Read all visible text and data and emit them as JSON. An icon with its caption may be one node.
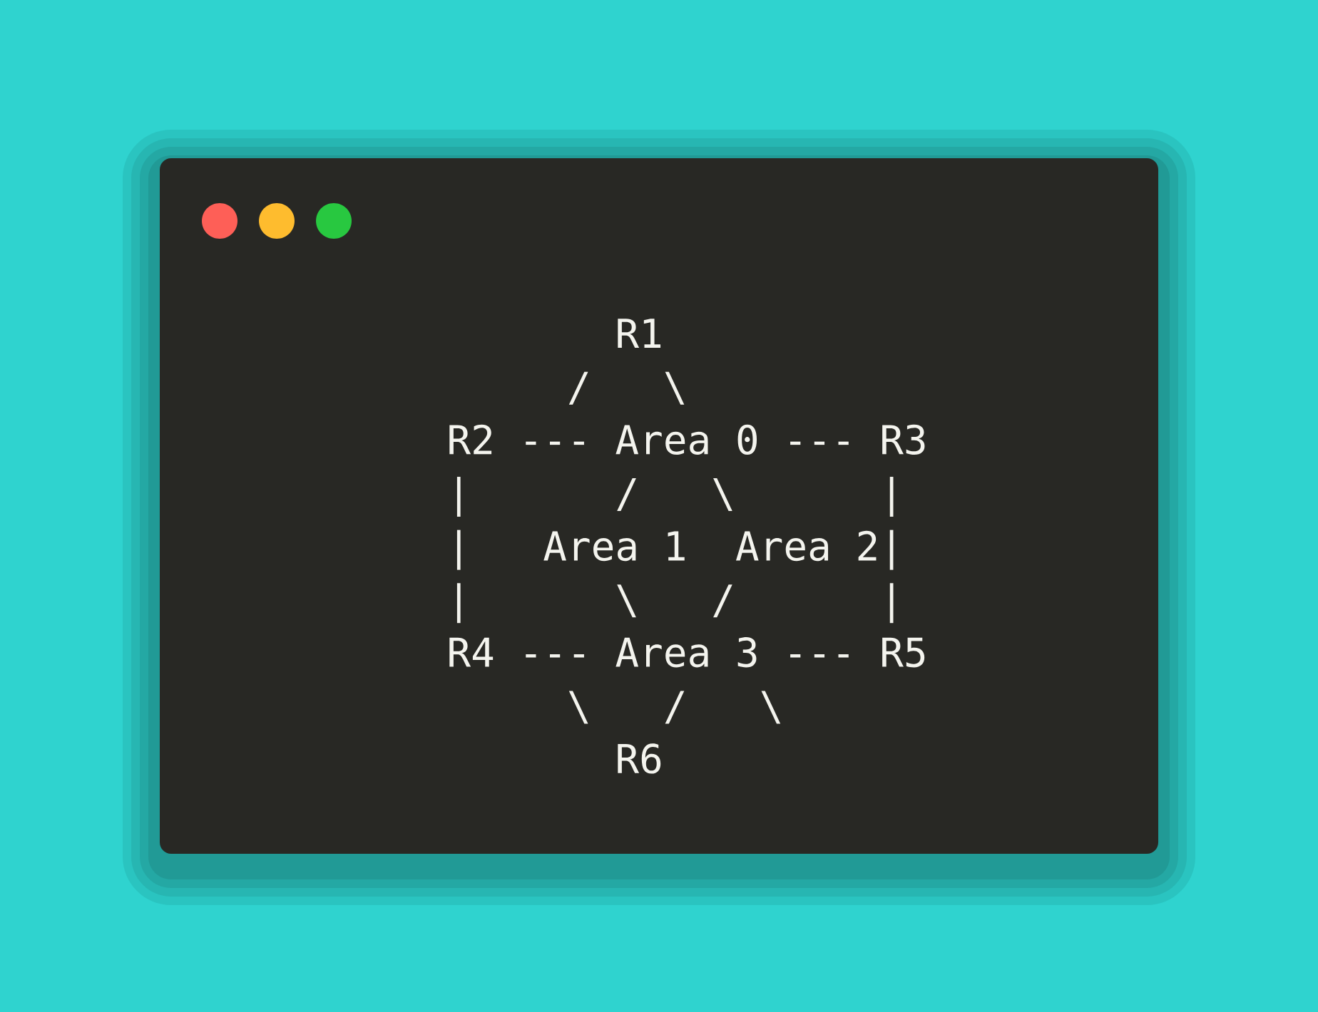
{
  "diagram": {
    "labels": [
      "R1",
      "/   \\",
      "R2 --- Area 0 --- R3",
      "|      /   \\      |",
      "|   Area 1  Area 2|",
      "|      \\   /      |",
      "R4 --- Area 3 --- R5",
      "\\   /   \\",
      "R6"
    ]
  }
}
